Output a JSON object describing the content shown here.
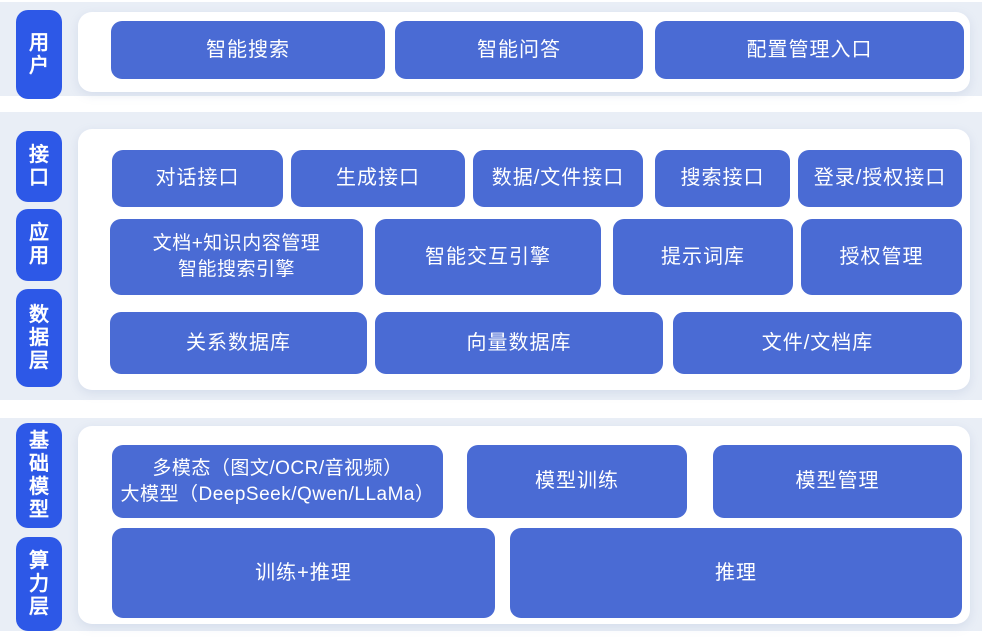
{
  "diagram_title": "",
  "palette": {
    "pill_blue": "#2d58e7",
    "box_blue": "#4a6bd4",
    "band_background": "#e9eef6",
    "panel_background": "#ffffff",
    "text_color": "#ffffff"
  },
  "sections": [
    {
      "labels": [
        "用户"
      ],
      "rows": [
        [
          "智能搜索",
          "智能问答",
          "配置管理入口"
        ]
      ]
    },
    {
      "labels": [
        "接口",
        "应用",
        "数据层"
      ],
      "rows": [
        [
          "对话接口",
          "生成接口",
          "数据/文件接口",
          "搜索接口",
          "登录/授权接口"
        ],
        [
          "文档+知识内容管理\n智能搜索引擎",
          "智能交互引擎",
          "提示词库",
          "授权管理"
        ],
        [
          "关系数据库",
          "向量数据库",
          "文件/文档库"
        ]
      ]
    },
    {
      "labels": [
        "基础模型",
        "算力层"
      ],
      "rows": [
        [
          "多模态（图文/OCR/音视频）\n大模型（DeepSeek/Qwen/LLaMa）",
          "模型训练",
          "模型管理"
        ],
        [
          "训练+推理",
          "推理"
        ]
      ]
    }
  ]
}
